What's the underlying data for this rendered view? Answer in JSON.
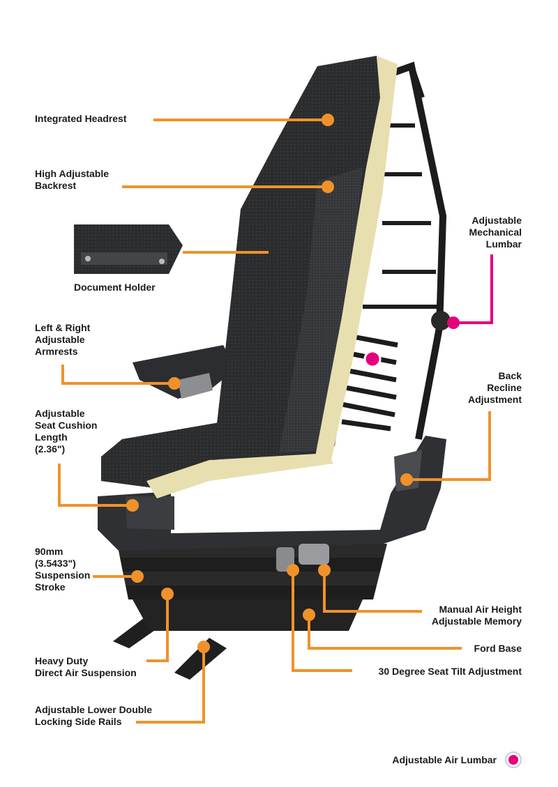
{
  "colors": {
    "leader_orange": "#f0922b",
    "air_lumbar_magenta": "#e5007e",
    "seat_dark": "#2b2c2e",
    "frame_black": "#1c1c1c",
    "foam": "#e8dfb0",
    "text": "#1a1a1a"
  },
  "labels": {
    "integrated_headrest": "Integrated Headrest",
    "high_adjustable_backrest": "High Adjustable\nBackrest",
    "document_holder": "Document Holder",
    "left_right_armrests": "Left & Right\nAdjustable\nArmrests",
    "seat_cushion_length": "Adjustable\nSeat Cushion\nLength\n(2.36\")",
    "suspension_stroke": "90mm\n(3.5433\")\nSuspension\nStroke",
    "heavy_duty_suspension": "Heavy Duty\nDirect Air Suspension",
    "lower_side_rails": "Adjustable Lower Double\nLocking Side Rails",
    "mechanical_lumbar": "Adjustable\nMechanical\nLumbar",
    "back_recline": "Back\nRecline\nAdjustment",
    "manual_air_height": "Manual Air Height\nAdjustable Memory",
    "ford_base": "Ford Base",
    "seat_tilt": "30 Degree Seat Tilt Adjustment"
  },
  "legend": {
    "air_lumbar_label": "Adjustable Air Lumbar"
  }
}
